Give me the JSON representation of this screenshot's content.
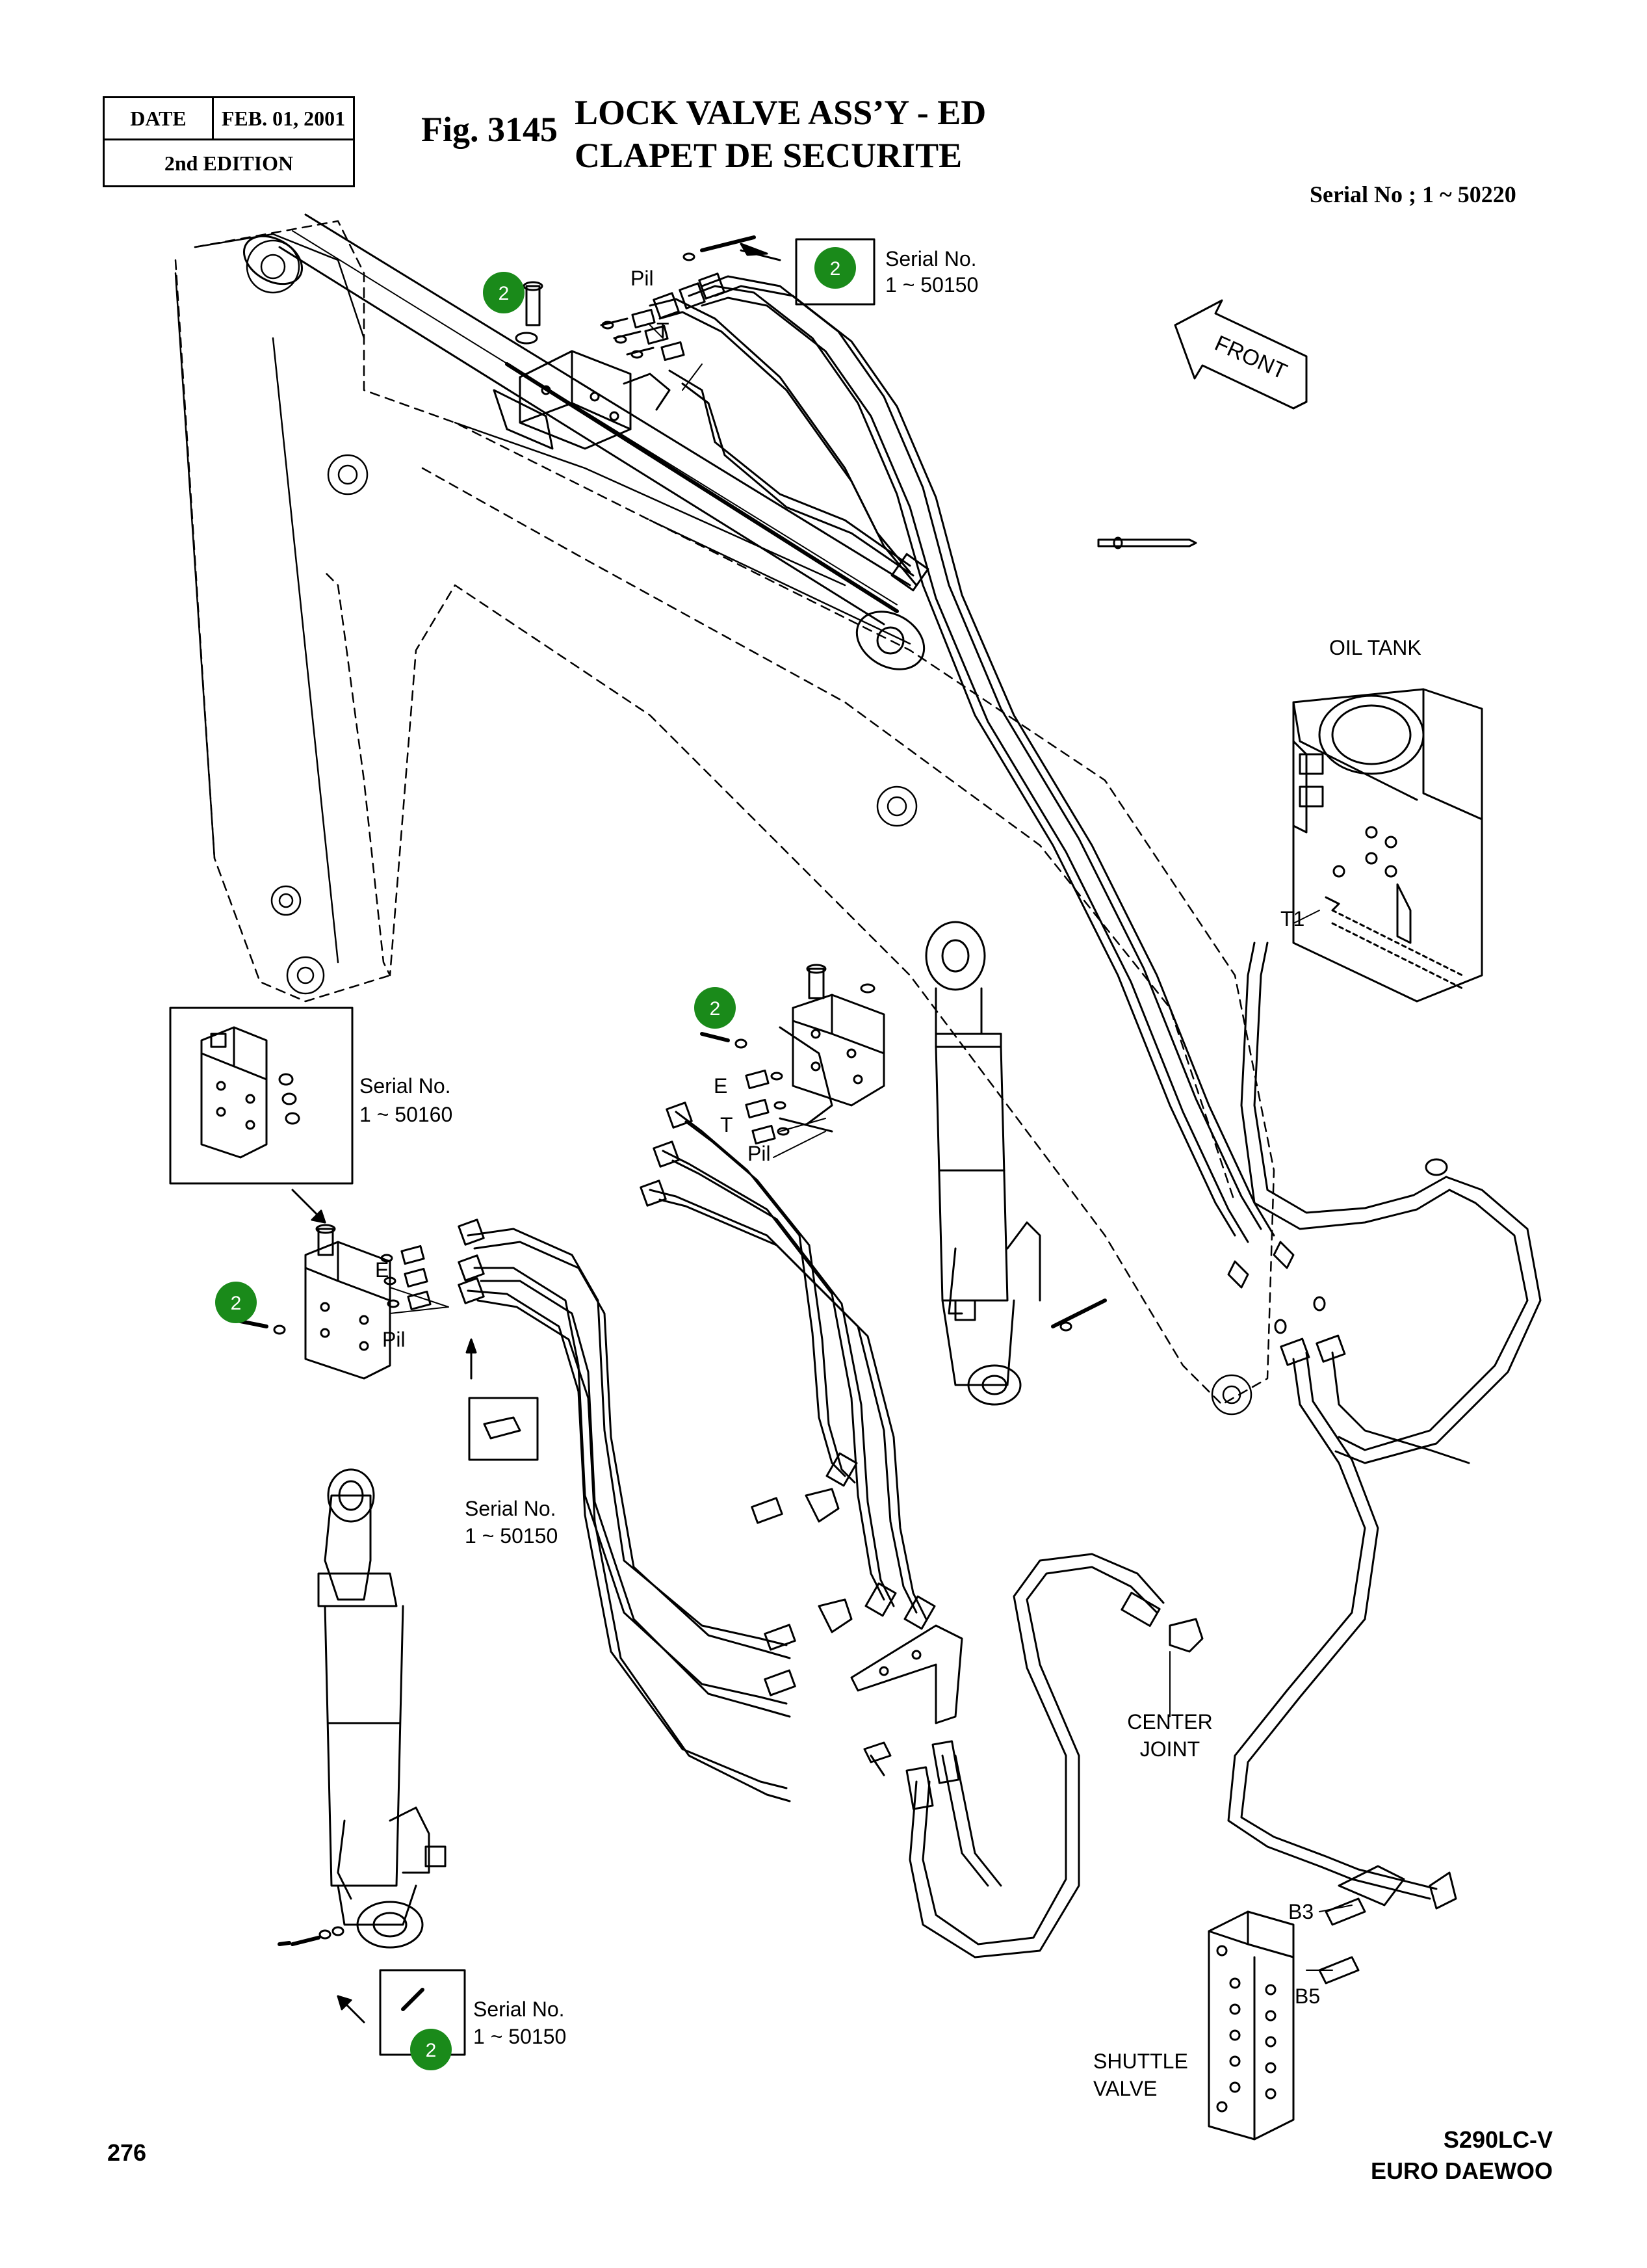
{
  "header": {
    "date_label": "DATE",
    "date_value": "FEB. 01, 2001",
    "edition": "2nd EDITION",
    "fig_number": "Fig. 3145",
    "title_en": "LOCK VALVE ASS’Y - ED",
    "title_fr": "CLAPET DE SECURITE",
    "serial_range": "Serial No ; 1 ~ 50220"
  },
  "footer": {
    "page_number": "276",
    "model": "S290LC-V",
    "brand": "EURO DAEWOO"
  },
  "labels": {
    "front": "FRONT",
    "oil_tank": "OIL TANK",
    "center_joint_line1": "CENTER",
    "center_joint_line2": "JOINT",
    "shuttle_valve_line1": "SHUTTLE",
    "shuttle_valve_line2": "VALVE",
    "port_pil": "Pil",
    "port_t": "T",
    "port_e": "E",
    "port_t1": "T1",
    "port_b3": "B3",
    "port_b5": "B5"
  },
  "serial_notes": {
    "top_line1": "Serial No.",
    "top_line2": "1 ~ 50150",
    "left_line1": "Serial No.",
    "left_line2": "1 ~ 50160",
    "mid_line1": "Serial No.",
    "mid_line2": "1 ~ 50150",
    "bottom_line1": "Serial No.",
    "bottom_line2": "1 ~ 50150"
  },
  "callouts": {
    "part_number": "2",
    "badge_color": "#1a8a1a"
  }
}
